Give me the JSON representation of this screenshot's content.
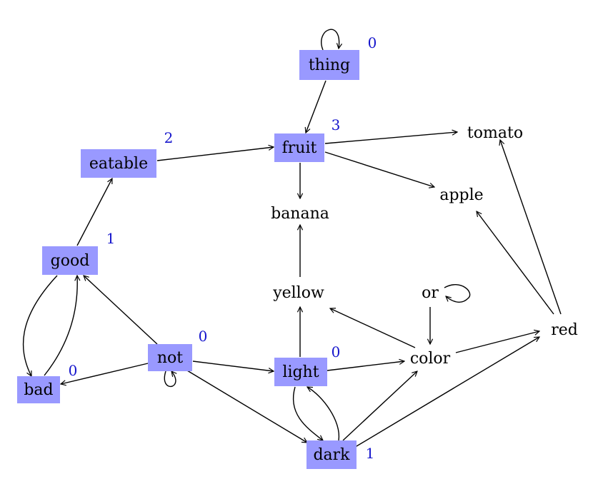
{
  "colors": {
    "highlight_fill": "#9999ff",
    "count_text": "#1515cc",
    "edge": "#000000"
  },
  "nodes": [
    {
      "id": "thing",
      "label": "thing",
      "highlighted": true,
      "count": "0"
    },
    {
      "id": "fruit",
      "label": "fruit",
      "highlighted": true,
      "count": "3"
    },
    {
      "id": "eatable",
      "label": "eatable",
      "highlighted": true,
      "count": "2"
    },
    {
      "id": "tomato",
      "label": "tomato",
      "highlighted": false,
      "count": ""
    },
    {
      "id": "apple",
      "label": "apple",
      "highlighted": false,
      "count": ""
    },
    {
      "id": "banana",
      "label": "banana",
      "highlighted": false,
      "count": ""
    },
    {
      "id": "good",
      "label": "good",
      "highlighted": true,
      "count": "1"
    },
    {
      "id": "yellow",
      "label": "yellow",
      "highlighted": false,
      "count": ""
    },
    {
      "id": "or",
      "label": "or",
      "highlighted": false,
      "count": ""
    },
    {
      "id": "red",
      "label": "red",
      "highlighted": false,
      "count": ""
    },
    {
      "id": "not",
      "label": "not",
      "highlighted": true,
      "count": "0"
    },
    {
      "id": "light",
      "label": "light",
      "highlighted": true,
      "count": "0"
    },
    {
      "id": "color",
      "label": "color",
      "highlighted": false,
      "count": ""
    },
    {
      "id": "bad",
      "label": "bad",
      "highlighted": true,
      "count": "0"
    },
    {
      "id": "dark",
      "label": "dark",
      "highlighted": true,
      "count": "1"
    }
  ],
  "edges": [
    {
      "from": "thing",
      "to": "thing"
    },
    {
      "from": "thing",
      "to": "fruit"
    },
    {
      "from": "eatable",
      "to": "fruit"
    },
    {
      "from": "fruit",
      "to": "tomato"
    },
    {
      "from": "fruit",
      "to": "apple"
    },
    {
      "from": "fruit",
      "to": "banana"
    },
    {
      "from": "good",
      "to": "eatable"
    },
    {
      "from": "good",
      "to": "bad"
    },
    {
      "from": "bad",
      "to": "good"
    },
    {
      "from": "not",
      "to": "good"
    },
    {
      "from": "not",
      "to": "bad"
    },
    {
      "from": "not",
      "to": "not"
    },
    {
      "from": "not",
      "to": "light"
    },
    {
      "from": "not",
      "to": "dark"
    },
    {
      "from": "yellow",
      "to": "banana"
    },
    {
      "from": "light",
      "to": "yellow"
    },
    {
      "from": "light",
      "to": "color"
    },
    {
      "from": "light",
      "to": "dark"
    },
    {
      "from": "dark",
      "to": "light"
    },
    {
      "from": "dark",
      "to": "color"
    },
    {
      "from": "dark",
      "to": "red"
    },
    {
      "from": "color",
      "to": "yellow"
    },
    {
      "from": "color",
      "to": "red"
    },
    {
      "from": "or",
      "to": "or"
    },
    {
      "from": "or",
      "to": "color"
    },
    {
      "from": "red",
      "to": "apple"
    },
    {
      "from": "red",
      "to": "tomato"
    }
  ]
}
